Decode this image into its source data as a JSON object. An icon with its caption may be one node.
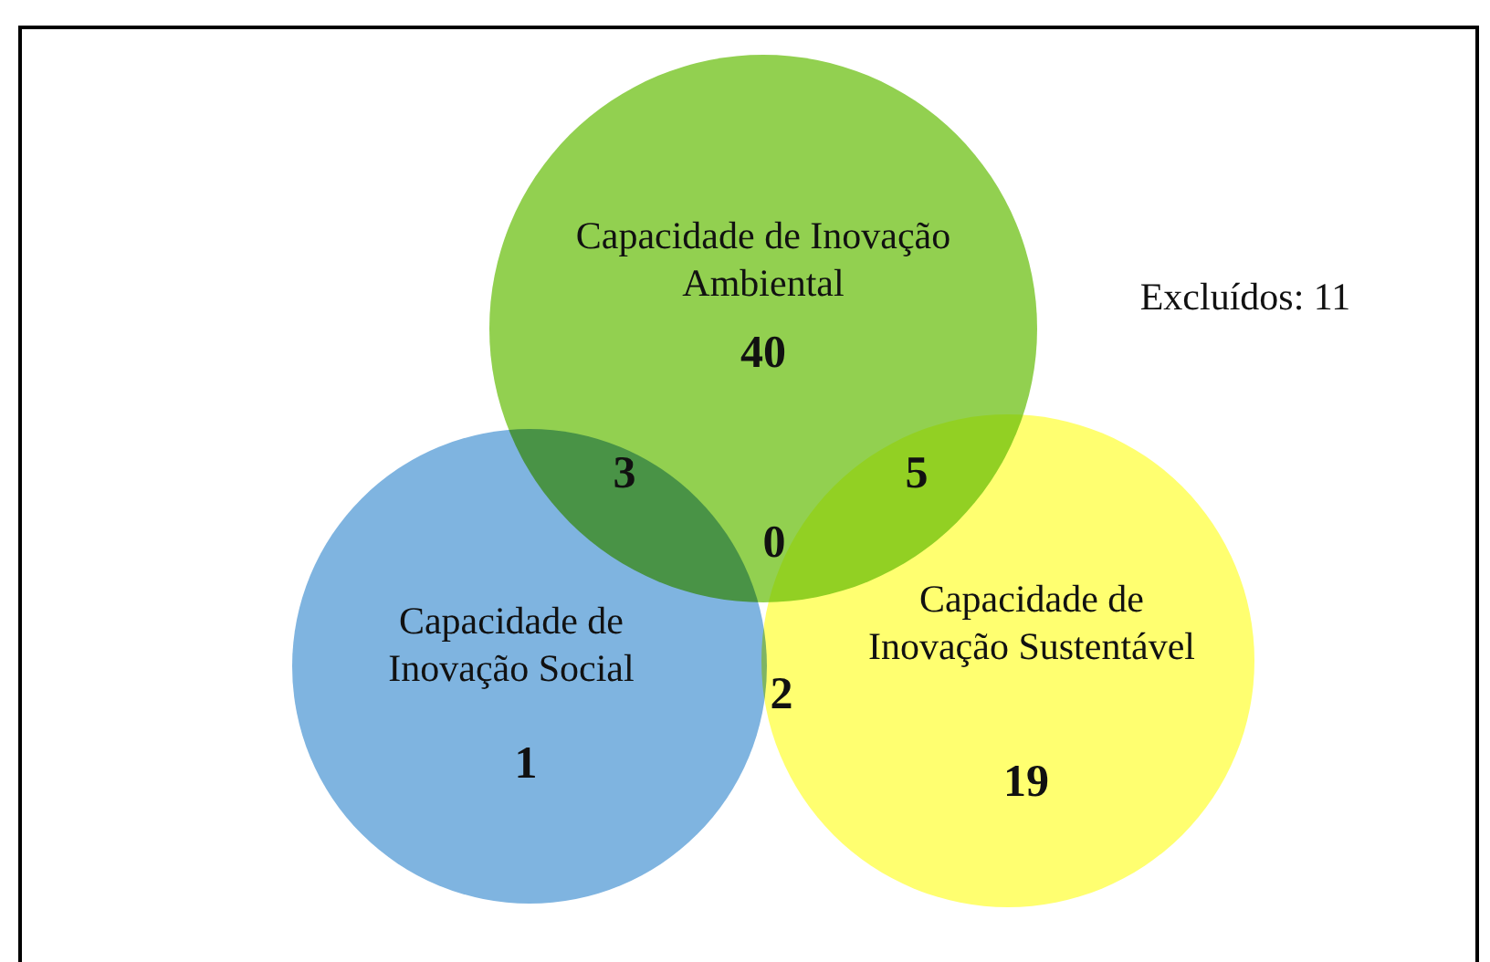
{
  "diagram": {
    "nodes": [
      {
        "text": [
          "Capacidade de Inovação Ambiental",
          "40"
        ]
      },
      {
        "text": [
          "Capacidade de Inovação Social",
          "1"
        ]
      },
      {
        "text": [
          "Capacidade de Inovação Sustentável",
          "19"
        ]
      }
    ],
    "labels": [
      "Excluídos: 11",
      "3",
      "5",
      "0",
      "2"
    ]
  }
}
